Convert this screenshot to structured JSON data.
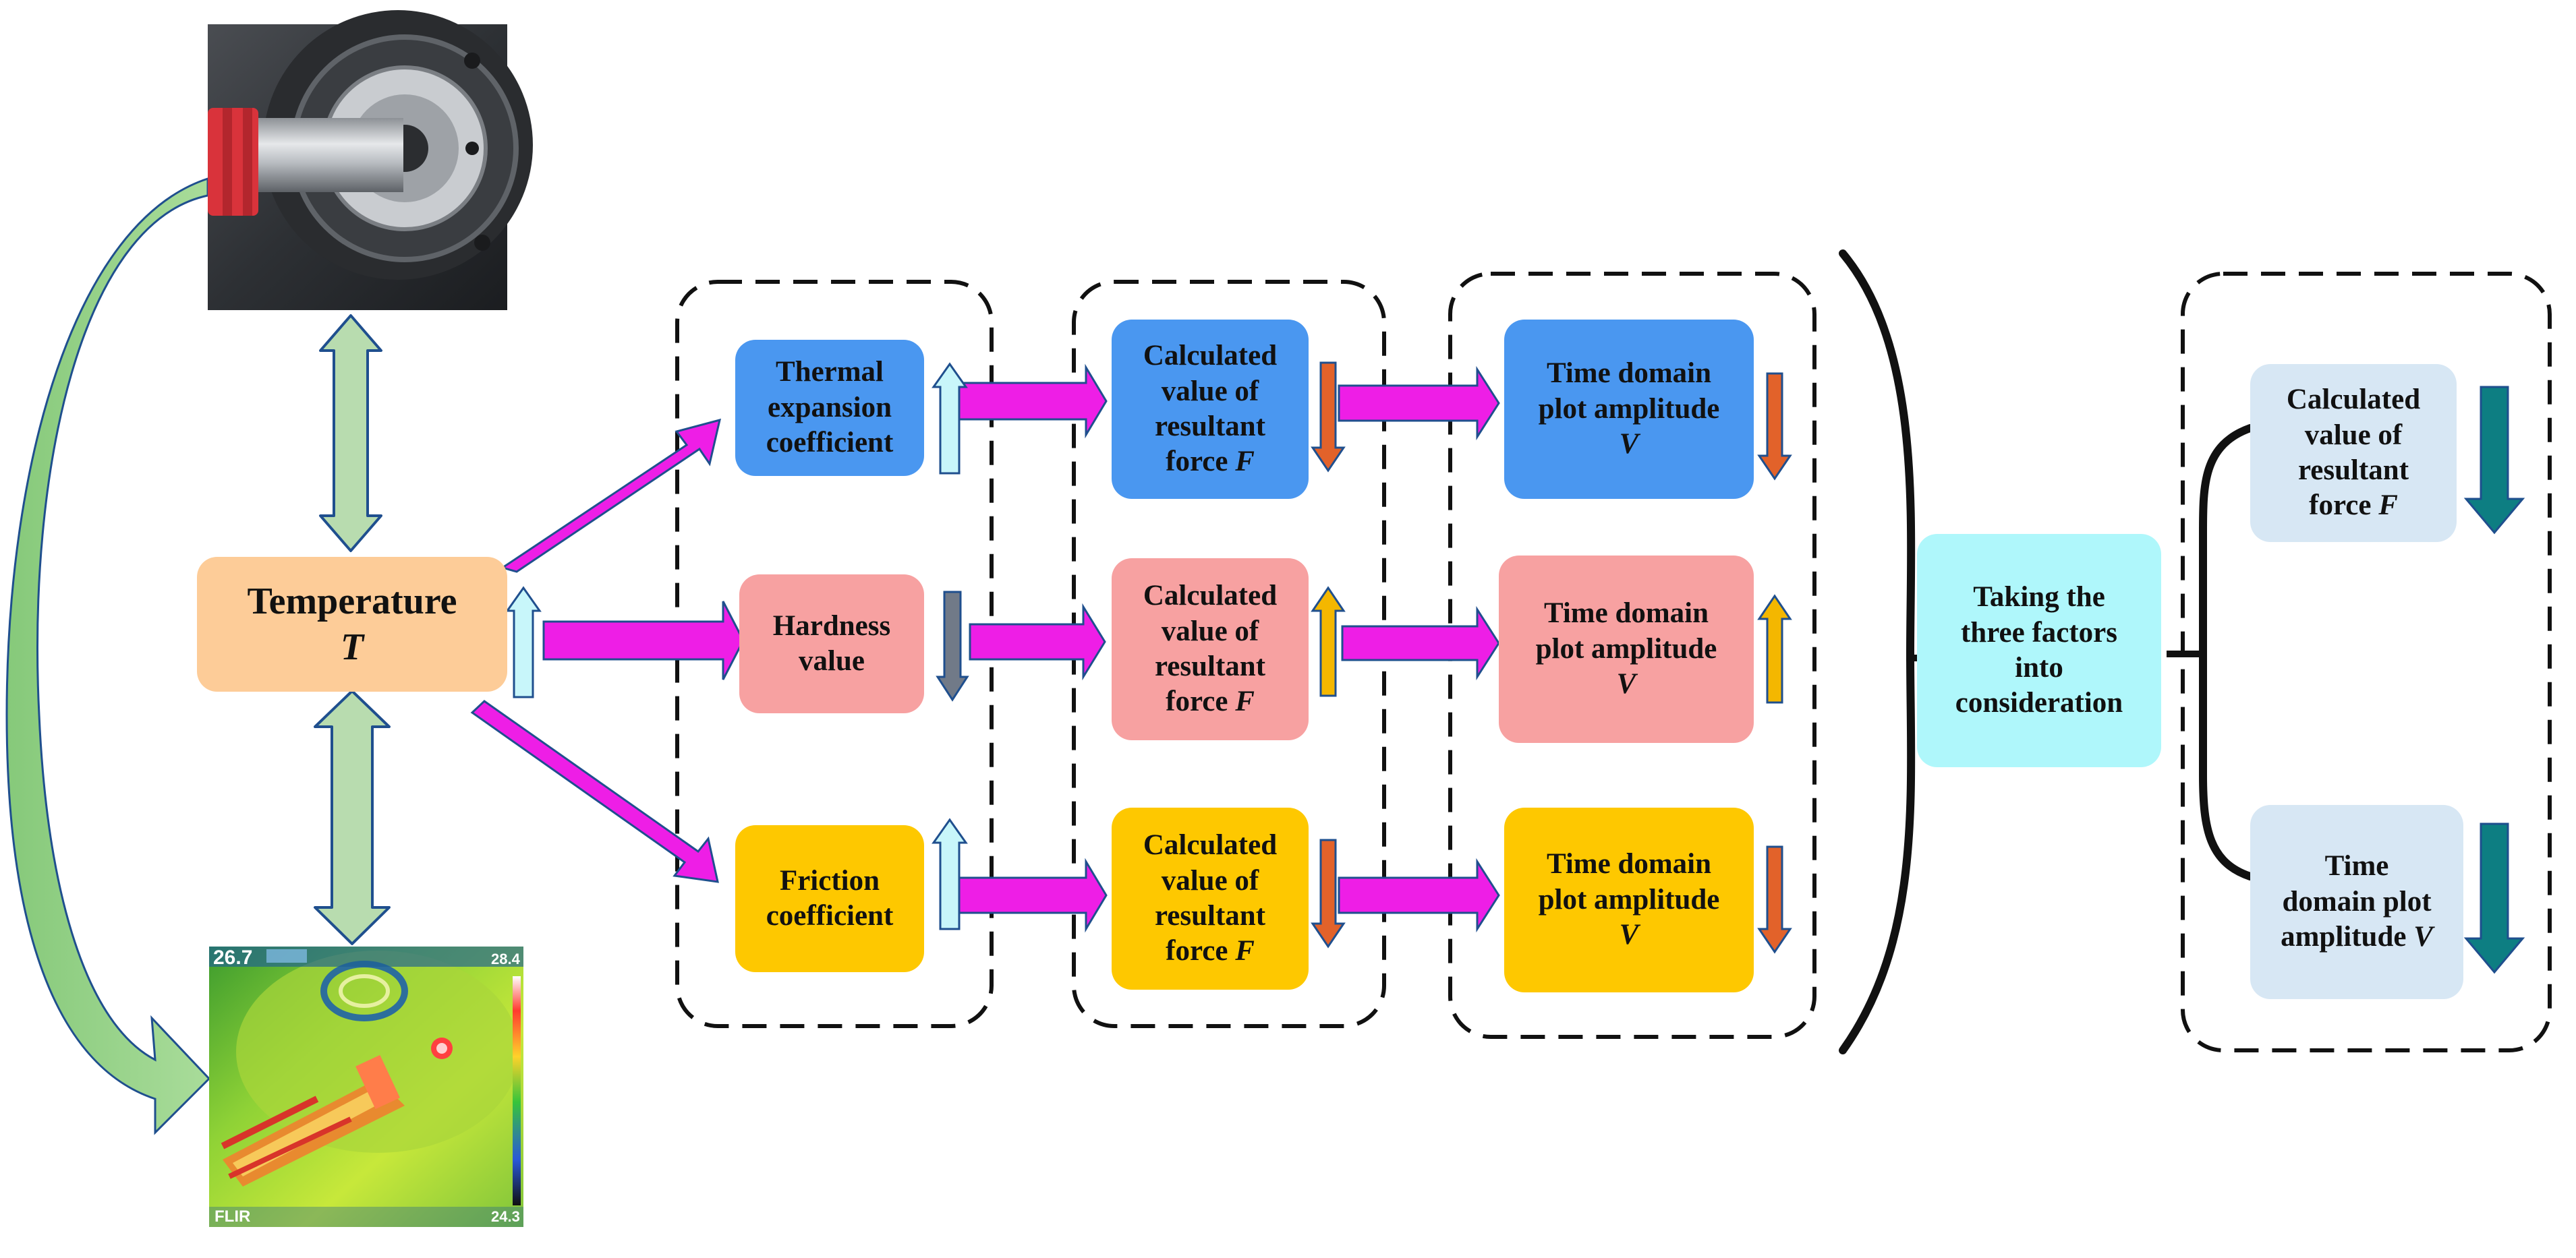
{
  "colors": {
    "blue_box": "#4a97f0",
    "pink_box": "#f7a1a1",
    "yellow_box": "#fec800",
    "temperature_box": "#fdcc98",
    "consideration_box": "#aff7fb",
    "result_box": "#d7e7f4",
    "magenta_arrow": "#ee1ee6",
    "green_arrow": "#b8dcaf",
    "light_cyan_up_arrow": "#c8f6fa",
    "orange_down_arrow": "#e2622a",
    "gray_arrow": "#717a88",
    "yellow_up_arrow": "#f4b700",
    "teal_down_arrow": "#0d7e82"
  },
  "temperature": {
    "line1": "Temperature",
    "line2": "T"
  },
  "factors": {
    "thermal": {
      "line1": "Thermal",
      "line2": "expansion",
      "line3": "coefficient"
    },
    "hardness": {
      "line1": "Hardness",
      "line2": "value"
    },
    "friction": {
      "line1": "Friction",
      "line2": "coefficient"
    }
  },
  "force_box": {
    "line1": "Calculated",
    "line2": "value of",
    "line3": "resultant",
    "line4": "force",
    "symbol": "F"
  },
  "amp_box": {
    "line1": "Time domain",
    "line2": "plot amplitude",
    "symbol": "V"
  },
  "consideration": {
    "line1": "Taking the",
    "line2": "three factors",
    "line3": "into",
    "line4": "consideration"
  },
  "result_force": {
    "line1": "Calculated",
    "line2": "value of",
    "line3": "resultant",
    "line4": "force",
    "symbol": "F"
  },
  "result_amp": {
    "line1": "Time",
    "line2": "domain plot",
    "line3": "amplitude",
    "symbol": "V"
  },
  "thermal_image": {
    "reading_main": "26.7",
    "scale_max": "28.4",
    "scale_min": "24.3",
    "brand": "FLIR"
  }
}
